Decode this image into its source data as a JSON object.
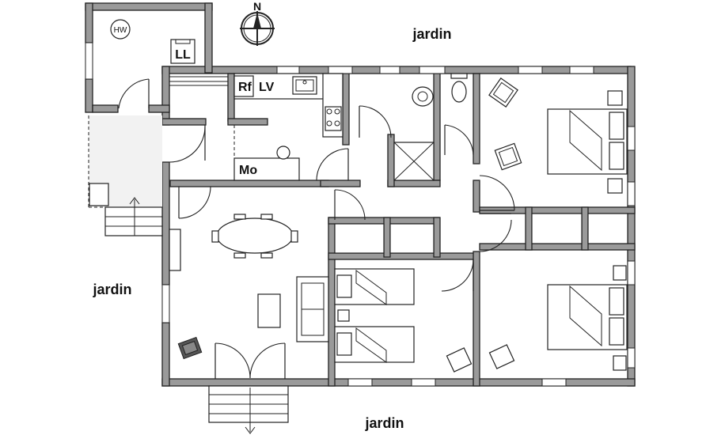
{
  "plan": {
    "compass": {
      "label": "N"
    },
    "labels": {
      "garden_top": "jardin",
      "garden_left": "jardin",
      "garden_bottom": "jardin",
      "hot_water": "HW",
      "laundry": "LL",
      "fridge": "Rf",
      "dishwasher": "LV",
      "microwave": "Mo"
    }
  }
}
